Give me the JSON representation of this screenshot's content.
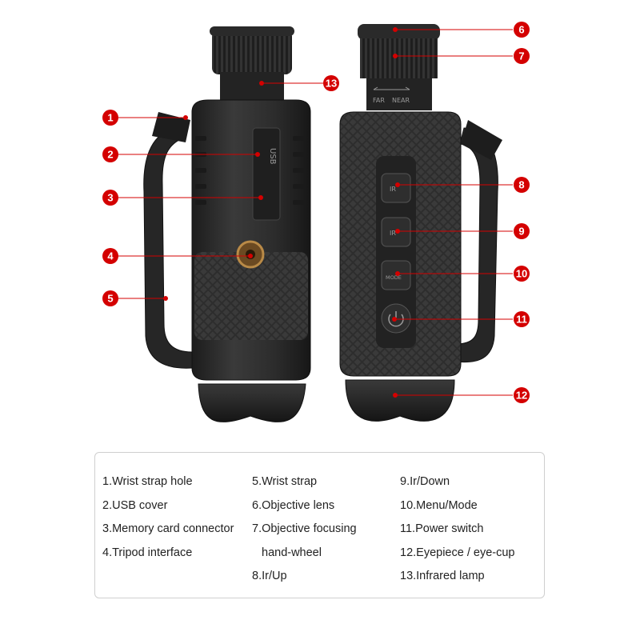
{
  "callouts": [
    {
      "num": "1",
      "side": "left"
    },
    {
      "num": "2",
      "side": "left"
    },
    {
      "num": "3",
      "side": "left"
    },
    {
      "num": "4",
      "side": "left"
    },
    {
      "num": "5",
      "side": "left"
    },
    {
      "num": "6",
      "side": "right"
    },
    {
      "num": "7",
      "side": "right"
    },
    {
      "num": "8",
      "side": "right"
    },
    {
      "num": "9",
      "side": "right"
    },
    {
      "num": "10",
      "side": "right"
    },
    {
      "num": "11",
      "side": "right"
    },
    {
      "num": "12",
      "side": "right"
    },
    {
      "num": "13",
      "side": "right"
    }
  ],
  "device_labels": {
    "usb": "USB",
    "far": "FAR",
    "near": "NEAR",
    "ir_up": "IR",
    "ir_down": "IR",
    "menu_mode": "MODE"
  },
  "legend": {
    "col1": [
      "1.Wrist strap hole",
      "2.USB cover",
      "3.Memory card connector",
      "4.Tripod interface"
    ],
    "col2": [
      "5.Wrist strap",
      "6.Objective lens",
      "7.Objective focusing",
      "hand-wheel",
      "8.Ir/Up"
    ],
    "col3": [
      "9.Ir/Down",
      "10.Menu/Mode",
      "11.Power switch",
      "12.Eyepiece / eye-cup",
      "13.Infrared lamp"
    ]
  },
  "colors": {
    "badge": "#d40000",
    "leader_line": "#d40000",
    "device_body": "#2b2b2b",
    "device_dark": "#1a1a1a"
  }
}
